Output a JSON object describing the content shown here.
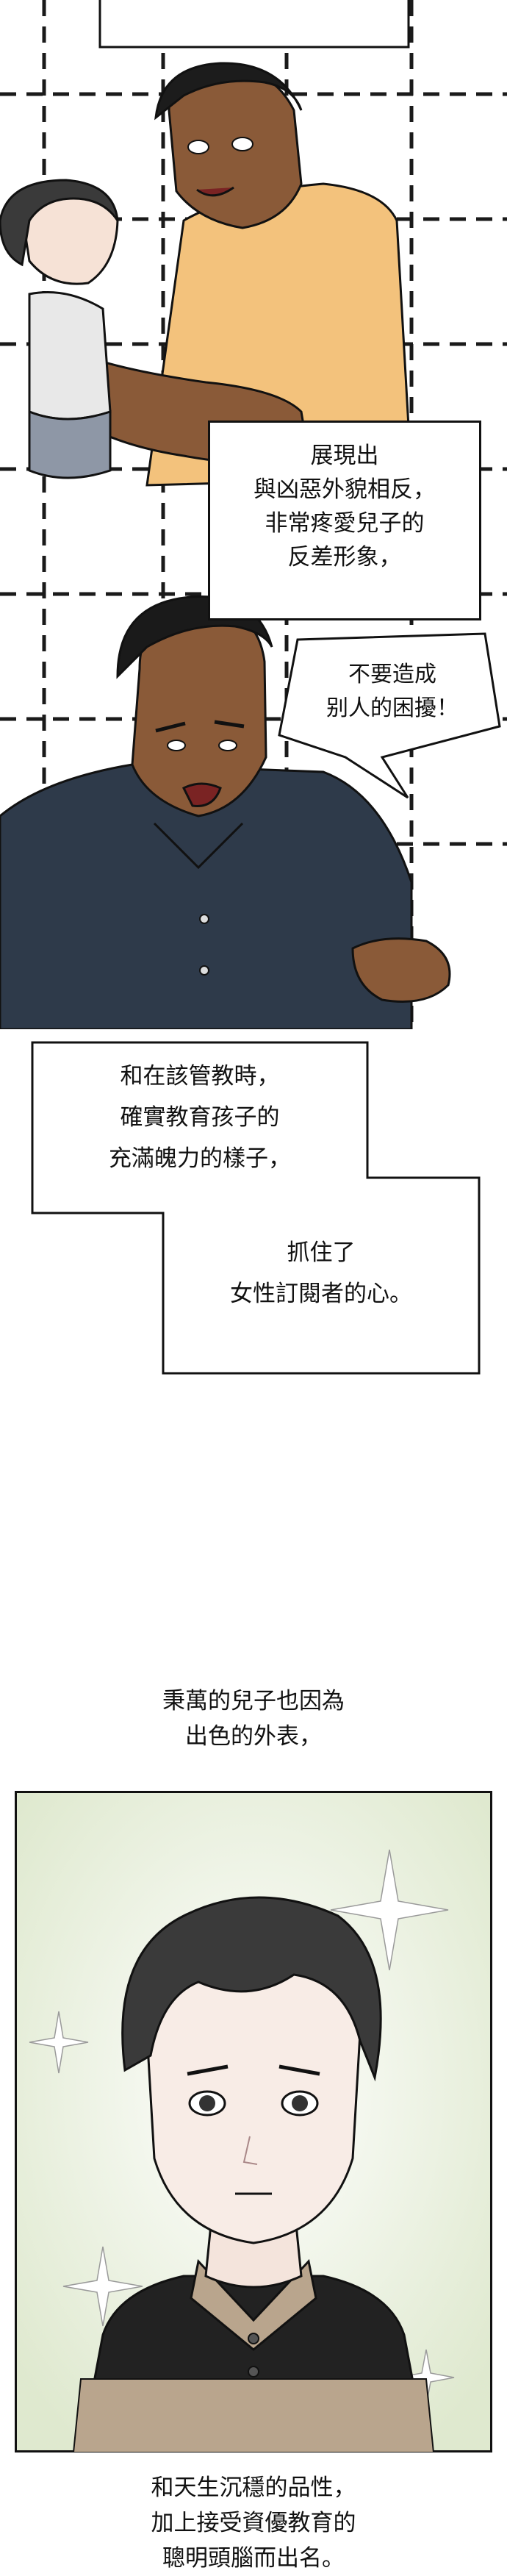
{
  "captions": {
    "panel1": [
      "展現出",
      "與凶惡外貌相反，",
      "非常疼愛兒子的",
      "反差形象，"
    ],
    "bubble": [
      "不要造成",
      "别人的困擾！"
    ],
    "panel3a": [
      "和在該管教時，",
      "確實教育孩子的",
      "充滿魄力的樣子，"
    ],
    "panel3b": [
      "抓住了",
      "女性訂閱者的心。"
    ],
    "free1": [
      "秉萬的兒子也因為",
      "出色的外表，"
    ],
    "free2": [
      "和天生沉穩的品性，",
      "加上接受資優教育的",
      "聰明頭腦而出名。"
    ]
  },
  "colors": {
    "ink": "#111111",
    "skin_dad": "#8a5a38",
    "skin_child": "#f6e2d6",
    "shirt_tan": "#f3c27c",
    "shirt_navy": "#2e3a4a",
    "tile_line": "#1a1a1a",
    "bg_green": "#dfe9cf",
    "boy_hair": "#3a3a3a",
    "boy_shirt": "#222222",
    "boy_collar": "#b9a58d"
  }
}
